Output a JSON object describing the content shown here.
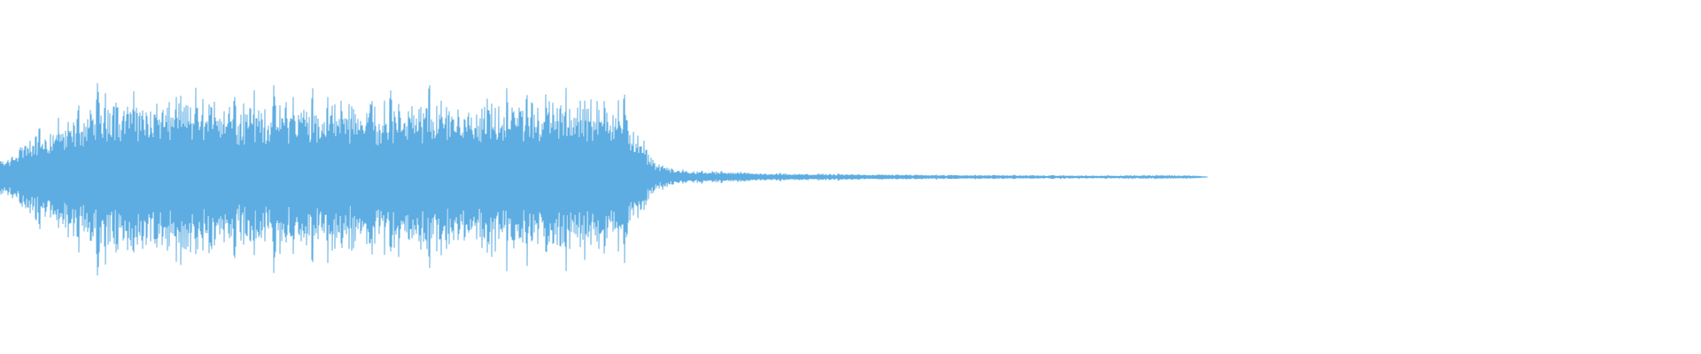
{
  "waveform": {
    "color": "#5dade2",
    "envelope": [
      {
        "t": 0.0,
        "level": 0.1
      },
      {
        "t": 0.02,
        "level": 0.3
      },
      {
        "t": 0.045,
        "level": 0.42
      },
      {
        "t": 0.062,
        "level": 0.58
      },
      {
        "t": 0.1,
        "level": 0.52
      },
      {
        "t": 0.2,
        "level": 0.52
      },
      {
        "t": 0.3,
        "level": 0.52
      },
      {
        "t": 0.365,
        "level": 0.52
      },
      {
        "t": 0.378,
        "level": 0.22
      },
      {
        "t": 0.388,
        "level": 0.08
      },
      {
        "t": 0.4,
        "level": 0.045
      },
      {
        "t": 0.45,
        "level": 0.025
      },
      {
        "t": 0.55,
        "level": 0.015
      },
      {
        "t": 0.7,
        "level": 0.006
      },
      {
        "t": 0.71,
        "level": 0.0
      },
      {
        "t": 1.0,
        "level": 0.0
      }
    ]
  }
}
